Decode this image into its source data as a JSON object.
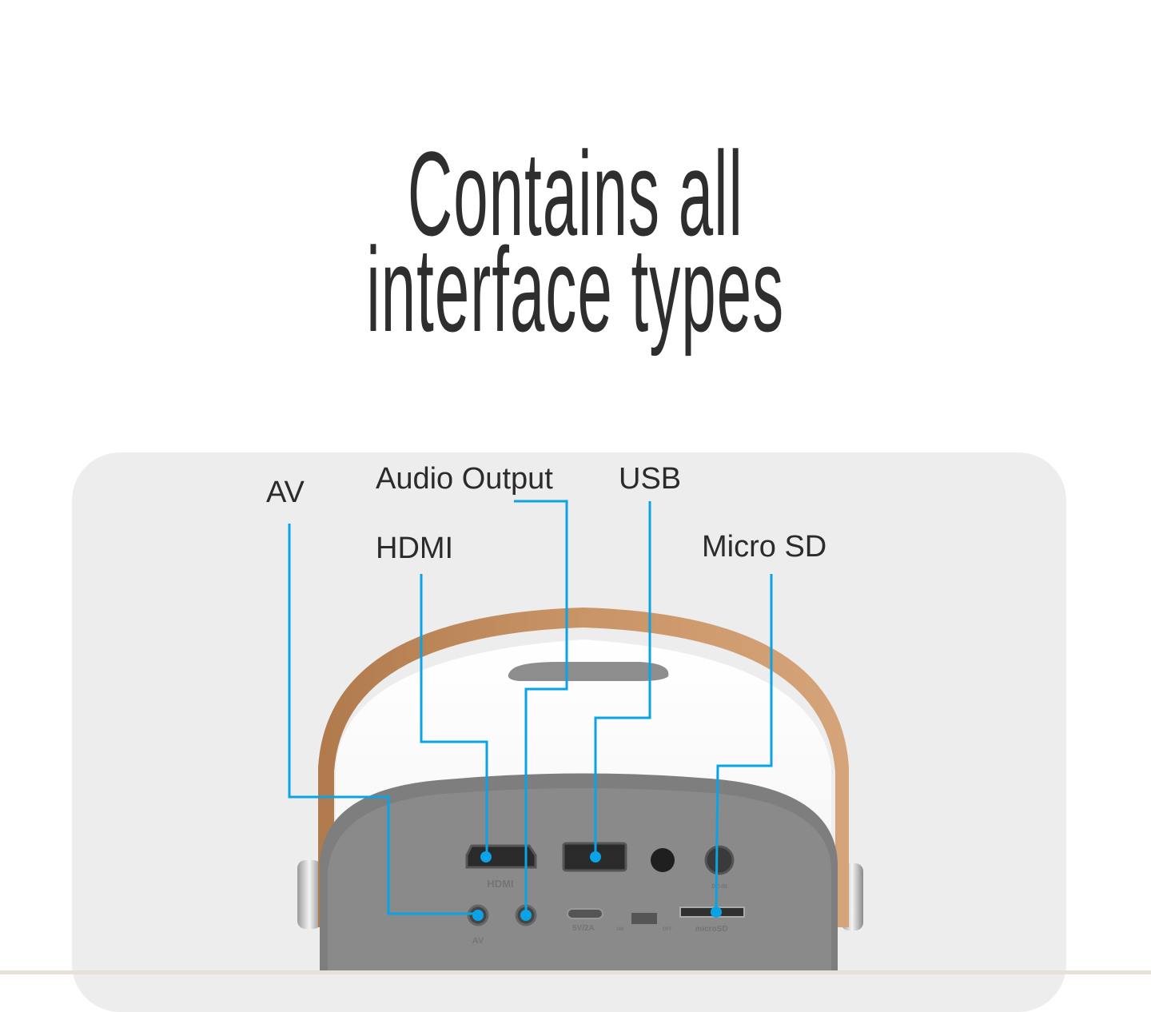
{
  "headline": {
    "line1": "Contains all",
    "line2": "interface types"
  },
  "callouts": {
    "av": "AV",
    "audio_output": "Audio Output",
    "usb": "USB",
    "hdmi": "HDMI",
    "micro_sd": "Micro SD"
  },
  "device_markings": {
    "hdmi": "HDMI",
    "av": "AV",
    "power": "5V/2A",
    "on": "ON",
    "off": "OFF",
    "microsd": "microSD",
    "dc_in": "DC-IN"
  },
  "colors": {
    "callout_line": "#0aa3e6",
    "handle": "#c18a5a",
    "panel": "#ededed",
    "title": "#2e2e2e"
  }
}
